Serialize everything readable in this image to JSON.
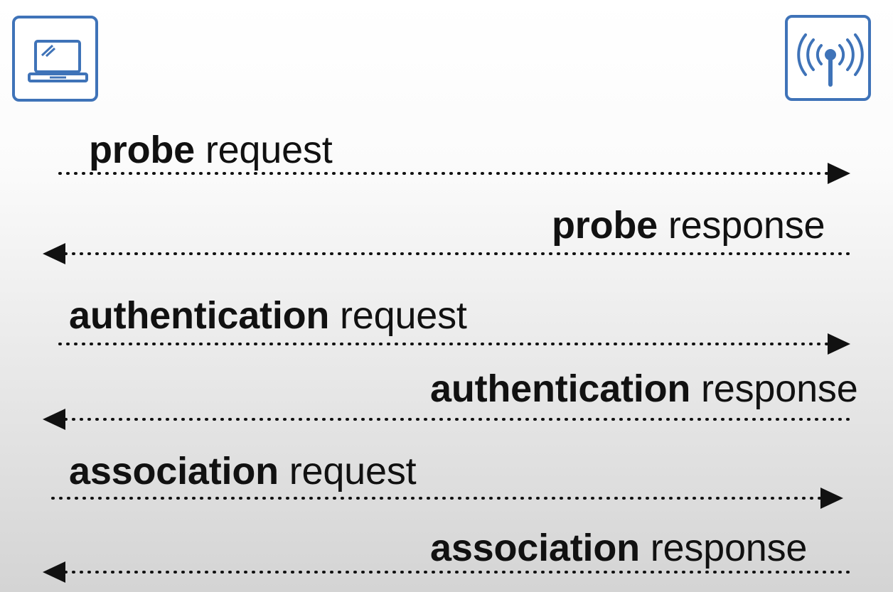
{
  "devices": {
    "client": {
      "icon": "laptop-icon",
      "color": "#3f73b8"
    },
    "access_point": {
      "icon": "wireless-antenna-icon",
      "color": "#3f73b8"
    }
  },
  "messages": [
    {
      "bold": "probe",
      "normal": " request",
      "direction": "client-to-ap"
    },
    {
      "bold": "probe",
      "normal": " response",
      "direction": "ap-to-client"
    },
    {
      "bold": "authentication",
      "normal": " request",
      "direction": "client-to-ap"
    },
    {
      "bold": "authentication",
      "normal": " response",
      "direction": "ap-to-client"
    },
    {
      "bold": "association",
      "normal": " request",
      "direction": "client-to-ap"
    },
    {
      "bold": "association",
      "normal": " response",
      "direction": "ap-to-client"
    }
  ]
}
